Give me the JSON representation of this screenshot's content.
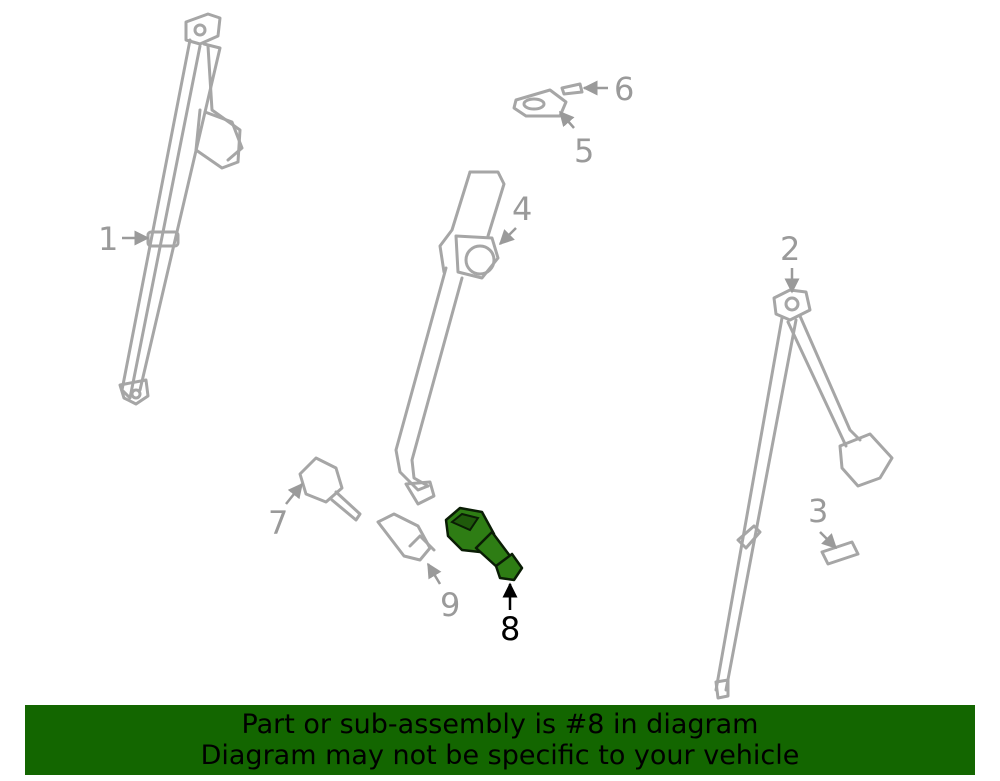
{
  "callouts": [
    "1",
    "2",
    "3",
    "4",
    "5",
    "6",
    "7",
    "8",
    "9"
  ],
  "highlighted_part": "8",
  "colors": {
    "banner": "#136600",
    "highlight": "#2e7d14",
    "parts": "#a6a6a6",
    "callout_text": "#9a9a9a"
  },
  "banner": {
    "line1": "Part or sub-assembly is #8 in diagram",
    "line2": "Diagram may not be specific to your vehicle"
  }
}
